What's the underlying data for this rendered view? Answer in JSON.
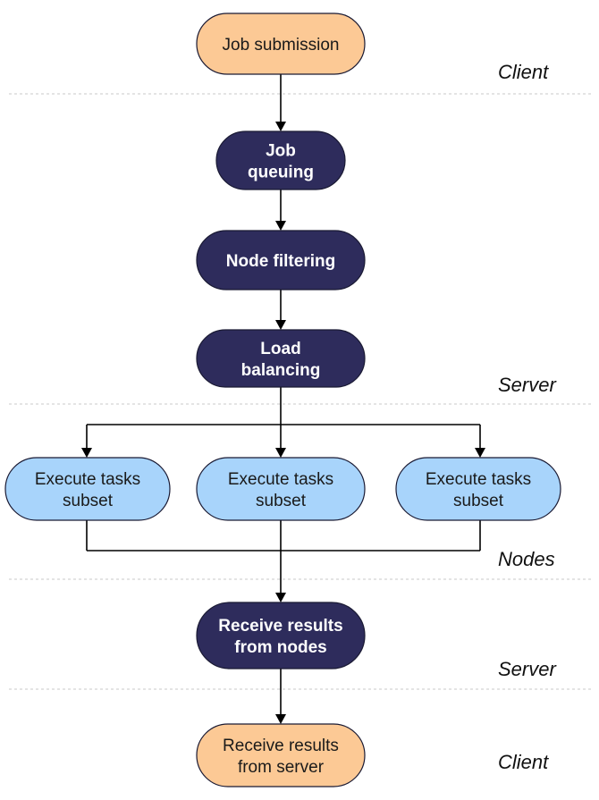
{
  "colors": {
    "client_fill": "#fcc995",
    "server_fill": "#2e2c5c",
    "nodes_fill": "#a8d4fb",
    "server_text": "#ffffff",
    "light_text": "#1a1a1a",
    "divider": "#c8c8c8"
  },
  "zones": [
    {
      "id": "client-top",
      "label": "Client"
    },
    {
      "id": "server-mid",
      "label": "Server"
    },
    {
      "id": "nodes",
      "label": "Nodes"
    },
    {
      "id": "server-bottom",
      "label": "Server"
    },
    {
      "id": "client-bottom",
      "label": "Client"
    }
  ],
  "steps": [
    {
      "id": "job-submission",
      "lines": [
        "Job submission"
      ],
      "role": "client"
    },
    {
      "id": "job-queuing",
      "lines": [
        "Job",
        "queuing"
      ],
      "role": "server"
    },
    {
      "id": "node-filtering",
      "lines": [
        "Node filtering"
      ],
      "role": "server"
    },
    {
      "id": "load-balancing",
      "lines": [
        "Load",
        "balancing"
      ],
      "role": "server"
    },
    {
      "id": "execute-tasks-1",
      "lines": [
        "Execute tasks",
        "subset"
      ],
      "role": "nodes"
    },
    {
      "id": "execute-tasks-2",
      "lines": [
        "Execute tasks",
        "subset"
      ],
      "role": "nodes"
    },
    {
      "id": "execute-tasks-3",
      "lines": [
        "Execute tasks",
        "subset"
      ],
      "role": "nodes"
    },
    {
      "id": "receive-results-nodes",
      "lines": [
        "Receive results",
        "from nodes"
      ],
      "role": "server"
    },
    {
      "id": "receive-results-server",
      "lines": [
        "Receive results",
        "from server"
      ],
      "role": "client"
    }
  ]
}
